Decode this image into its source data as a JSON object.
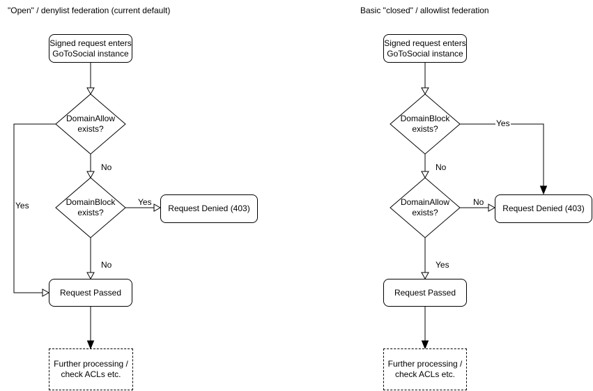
{
  "diagram": {
    "background_color": "#ffffff",
    "stroke_color": "#000000",
    "text_color": "#000000"
  },
  "charts": {
    "left": {
      "title": "\"Open\" / denylist federation (current default)",
      "nodes": {
        "start": "Signed request enters\nGoToSocial instance",
        "decision1": "DomainAllow\nexists?",
        "decision2": "DomainBlock\nexists?",
        "denied": "Request Denied (403)",
        "passed": "Request Passed",
        "further": "Further processing /\ncheck ACLs etc."
      },
      "edge_labels": {
        "decision1_no": "No",
        "decision1_yes": "Yes",
        "decision2_yes": "Yes",
        "decision2_no": "No"
      }
    },
    "right": {
      "title": "Basic \"closed\" / allowlist federation",
      "nodes": {
        "start": "Signed request enters\nGoToSocial instance",
        "decision1": "DomainBlock\nexists?",
        "decision2": "DomainAllow\nexists?",
        "denied": "Request Denied (403)",
        "passed": "Request Passed",
        "further": "Further processing /\ncheck ACLs etc."
      },
      "edge_labels": {
        "decision1_yes": "Yes",
        "decision1_no": "No",
        "decision2_no": "No",
        "decision2_yes": "Yes"
      }
    }
  }
}
